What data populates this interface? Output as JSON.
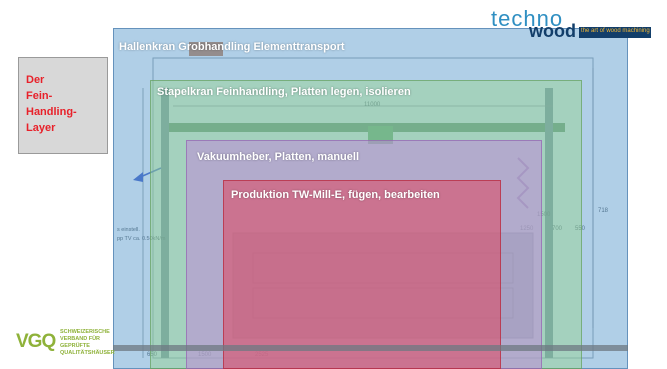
{
  "logo_top": {
    "brand_part1": "techno",
    "brand_part2": "wood",
    "tagline": "the art of wood machining"
  },
  "callout": {
    "text": "Der\nFein-Handling-\nLayer"
  },
  "layers": {
    "hallenkran": "Hallenkran Grobhandling Elementtransport",
    "stapelkran": "Stapelkran Feinhandling, Platten legen, isolieren",
    "vakuum": "Vakuumheber, Platten, manuell",
    "produktion": "Produktion TW-Mill-E, fügen, bearbeiten"
  },
  "layer_colors": {
    "hallenkran": "#78b2de",
    "stapelkran": "#96d28c",
    "vakuum": "#be8cd7",
    "produktion": "#e0465f"
  },
  "logo_bottom": {
    "mark": "VGQ",
    "text": "SCHWEIZERISCHE\nVERBAND FÜR\nGEPRÜFTE\nQUALITÄTSHÄUSER"
  },
  "drawing_annotations": {
    "dim_top": "11000",
    "dim_right_1": "1250",
    "dim_right_2": "700",
    "dim_right_3": "550",
    "dim_right_4": "1500",
    "dim_side": "718",
    "dim_bottom_1": "650",
    "dim_bottom_2": "1500",
    "dim_bottom_3": "2525",
    "note_1": "s einstell.",
    "note_2": "pp TV ca. 0.50kN/m"
  }
}
